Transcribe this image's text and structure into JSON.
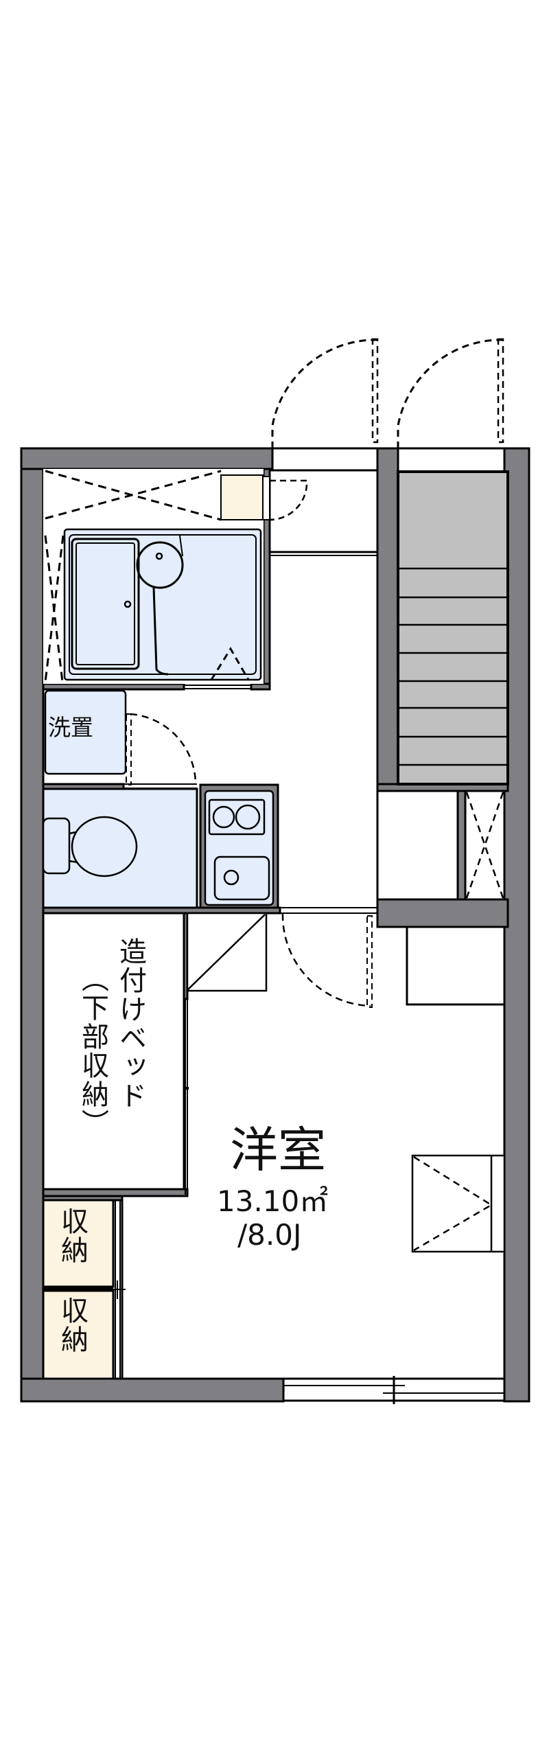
{
  "floorplan": {
    "main_room": {
      "name": "洋室",
      "area": "13.10㎡",
      "tatami": "/8.0J"
    },
    "rooms": {
      "washer_space": "洗置",
      "built_in_bed_line1": "造付けベッド",
      "built_in_bed_line2": "（下部収納）",
      "storage_1": "収納",
      "storage_2": "収納"
    },
    "fixtures": [
      "unit-bath",
      "washbasin",
      "toilet",
      "kitchen-stove",
      "kitchen-sink",
      "refrigerator-space",
      "staircase",
      "closet",
      "desk-counter",
      "tv-ac-unit",
      "entrance-door",
      "stair-door",
      "window"
    ],
    "colors": {
      "wall": "#808084",
      "wet_area": "#e3edfb",
      "storage": "#fdf3e1",
      "stairs": "#c0c0c0",
      "line": "#000000"
    }
  }
}
